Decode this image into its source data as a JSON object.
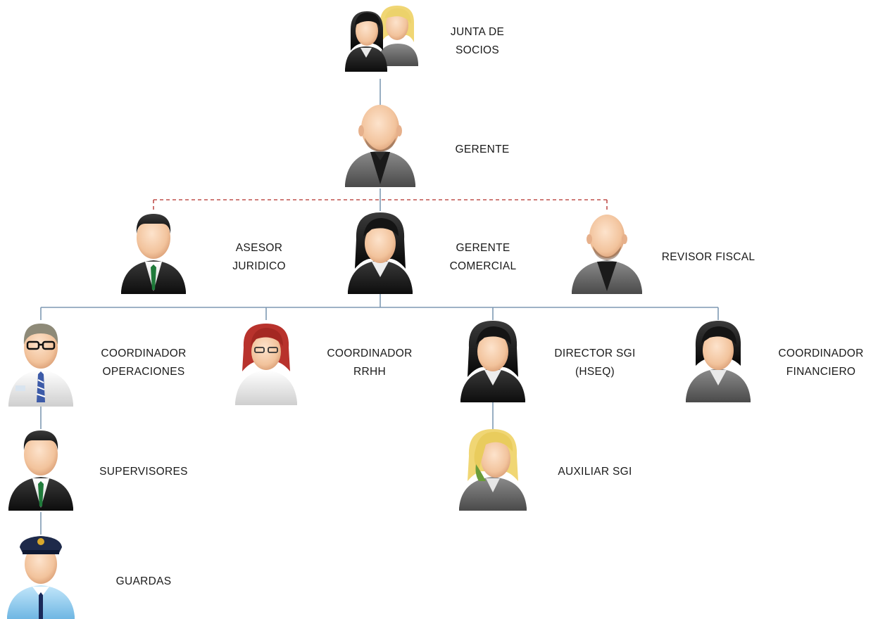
{
  "org_chart": {
    "nodes": {
      "junta": {
        "lines": [
          "JUNTA DE",
          "SOCIOS"
        ],
        "icon": "two-women-icon"
      },
      "gerente": {
        "lines": [
          "GERENTE"
        ],
        "icon": "bald-man-suit-icon"
      },
      "asesor": {
        "lines": [
          "ASESOR",
          "JURIDICO"
        ],
        "icon": "man-green-tie-icon"
      },
      "gerente_comercial": {
        "lines": [
          "GERENTE",
          "COMERCIAL"
        ],
        "icon": "woman-black-suit-icon"
      },
      "revisor": {
        "lines": [
          "REVISOR FISCAL"
        ],
        "icon": "bald-man-suit-icon"
      },
      "coord_operaciones": {
        "lines": [
          "COORDINADOR",
          "OPERACIONES"
        ],
        "icon": "man-glasses-tie-icon"
      },
      "coord_rrhh": {
        "lines": [
          "COORDINADOR",
          "RRHH"
        ],
        "icon": "redhead-woman-glasses-icon"
      },
      "director_sgi": {
        "lines": [
          "DIRECTOR SGI",
          "(HSEQ)"
        ],
        "icon": "woman-black-suit-icon"
      },
      "coord_financiero": {
        "lines": [
          "COORDINADOR",
          "FINANCIERO"
        ],
        "icon": "woman-gray-suit-icon"
      },
      "supervisores": {
        "lines": [
          "SUPERVISORES"
        ],
        "icon": "man-green-tie-icon"
      },
      "auxiliar_sgi": {
        "lines": [
          "AUXILIAR SGI"
        ],
        "icon": "blonde-woman-icon"
      },
      "guardas": {
        "lines": [
          "GUARDAS"
        ],
        "icon": "security-guard-icon"
      }
    },
    "colors": {
      "solid_connector": "#7f99b3",
      "dashed_connector": "#c0504d",
      "skin": "#f5c9a6",
      "hair_black": "#141414",
      "suit_black": "#1c1c1c",
      "suit_gray": "#6b6b6b",
      "tie_green": "#1f7a3a",
      "hair_red": "#b8322c",
      "hair_blonde": "#f0d674",
      "guard_shirt": "#9fd3f0"
    }
  }
}
